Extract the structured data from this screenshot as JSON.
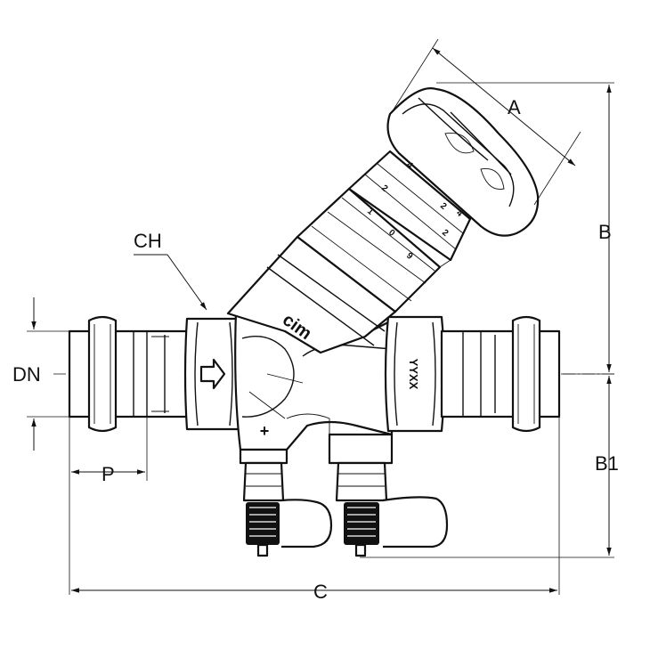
{
  "drawing": {
    "labels": {
      "dn": "DN",
      "p": "P",
      "ch": "CH",
      "a": "A",
      "b": "B",
      "b1": "B1",
      "c": "C"
    },
    "body_mark": "cim",
    "side_code": "YYXX",
    "port_sign": "+",
    "scale_digits": [
      "1",
      "2",
      "0",
      "9",
      "4",
      "2",
      "2",
      "4"
    ]
  }
}
